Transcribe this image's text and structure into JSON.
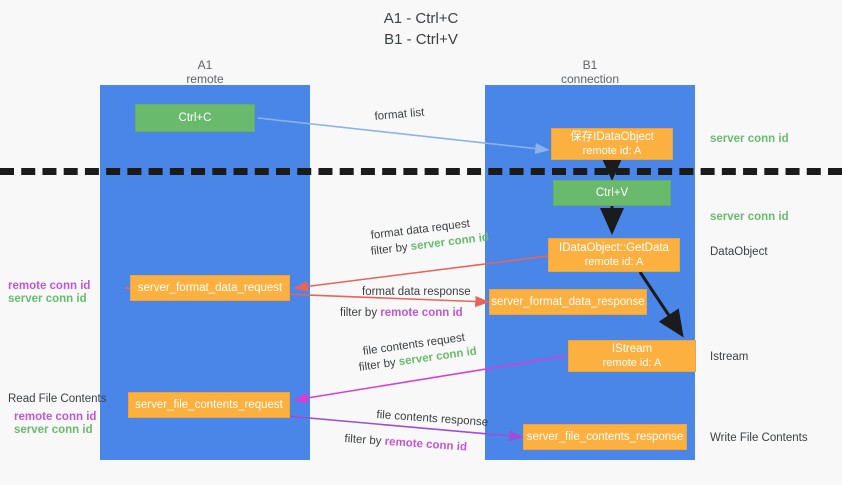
{
  "title": {
    "line1": "A1 - Ctrl+C",
    "line2": "B1 - Ctrl+V"
  },
  "lanes": [
    {
      "name": "A1",
      "sub": "remote"
    },
    {
      "name": "B1",
      "sub": "connection"
    }
  ],
  "boxes": {
    "ctrl_c": {
      "line1": "Ctrl+C",
      "line2": ""
    },
    "ctrl_v": {
      "line1": "Ctrl+V",
      "line2": ""
    },
    "idataobject": {
      "line1": "保存IDataObject",
      "line2": "remote id: A"
    },
    "getdata": {
      "line1": "IDataObject::GetData",
      "line2": "remote id: A"
    },
    "istream": {
      "line1": "IStream",
      "line2": "remote id: A"
    },
    "format_data_request": {
      "line1": "server_format_data_request",
      "line2": ""
    },
    "format_data_response": {
      "line1": "server_format_data_response",
      "line2": ""
    },
    "file_contents_request": {
      "line1": "server_file_contents_request",
      "line2": ""
    },
    "file_contents_response": {
      "line1": "server_file_contents_response",
      "line2": ""
    }
  },
  "arrows": {
    "format_list": "format list",
    "format_data_request": "format data request",
    "format_data_request_filter_prefix": "filter by ",
    "format_data_request_filter_value": "server conn id",
    "format_data_response": "format data response",
    "format_data_response_filter_prefix": "filter by ",
    "format_data_response_filter_value": "remote conn id",
    "file_contents_request": "file contents request",
    "file_contents_request_filter_prefix": "filter by ",
    "file_contents_request_filter_value": "server conn id",
    "file_contents_response": "file contents response",
    "file_contents_response_filter_prefix": "filter by ",
    "file_contents_response_filter_value": "remote conn id"
  },
  "side_labels": {
    "left_remote_conn_id": "remote conn id",
    "left_server_conn_id": "server conn id",
    "read_file_contents": "Read File Contents",
    "left2_remote_conn_id": "remote conn id",
    "left2_server_conn_id": "server conn id",
    "right_server_conn_id_1": "server conn id",
    "right_server_conn_id_2": "server conn id",
    "right_dataobject": "DataObject",
    "right_istream": "Istream",
    "right_write_file_contents": "Write File Contents"
  },
  "colors": {
    "lane": "#4a86e8",
    "green_box": "#6aba6e",
    "orange_box": "#fbb040",
    "green_text": "#69bb6e",
    "purple_text": "#c057d6",
    "arrow_blue": "#8ab4e8",
    "arrow_red": "#e8645a",
    "arrow_magenta": "#d63fd6",
    "arrow_purple": "#9a4fd6",
    "arrow_black": "#1b1b1b",
    "background": "#f8f8f8"
  }
}
